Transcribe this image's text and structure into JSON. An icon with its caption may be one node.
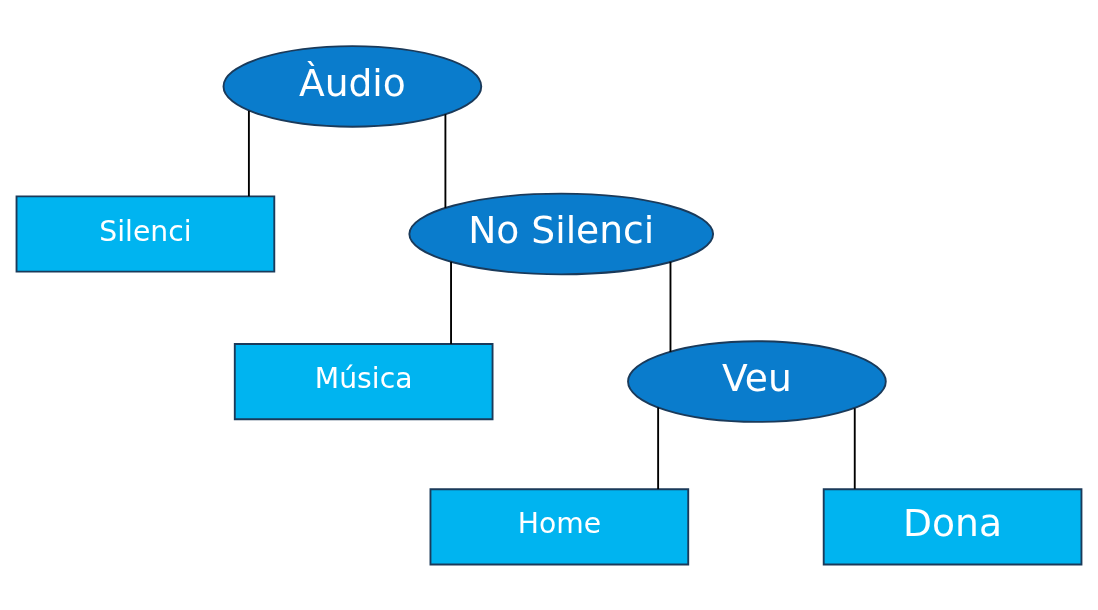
{
  "diagram": {
    "nodes": [
      {
        "text": [
          "Àudio"
        ]
      },
      {
        "text": [
          "Silenci"
        ]
      },
      {
        "text": [
          "No Silenci"
        ]
      },
      {
        "text": [
          "Música"
        ]
      },
      {
        "text": [
          "Veu"
        ]
      },
      {
        "text": [
          "Home"
        ]
      },
      {
        "text": [
          "Dona"
        ]
      }
    ],
    "edges": [
      {
        "from": 0,
        "to": 1,
        "arrow": "none"
      },
      {
        "from": 0,
        "to": 2,
        "arrow": "none"
      },
      {
        "from": 2,
        "to": 3,
        "arrow": "none"
      },
      {
        "from": 2,
        "to": 4,
        "arrow": "none"
      },
      {
        "from": 4,
        "to": 5,
        "arrow": "none"
      },
      {
        "from": 4,
        "to": 6,
        "arrow": "none"
      }
    ]
  }
}
